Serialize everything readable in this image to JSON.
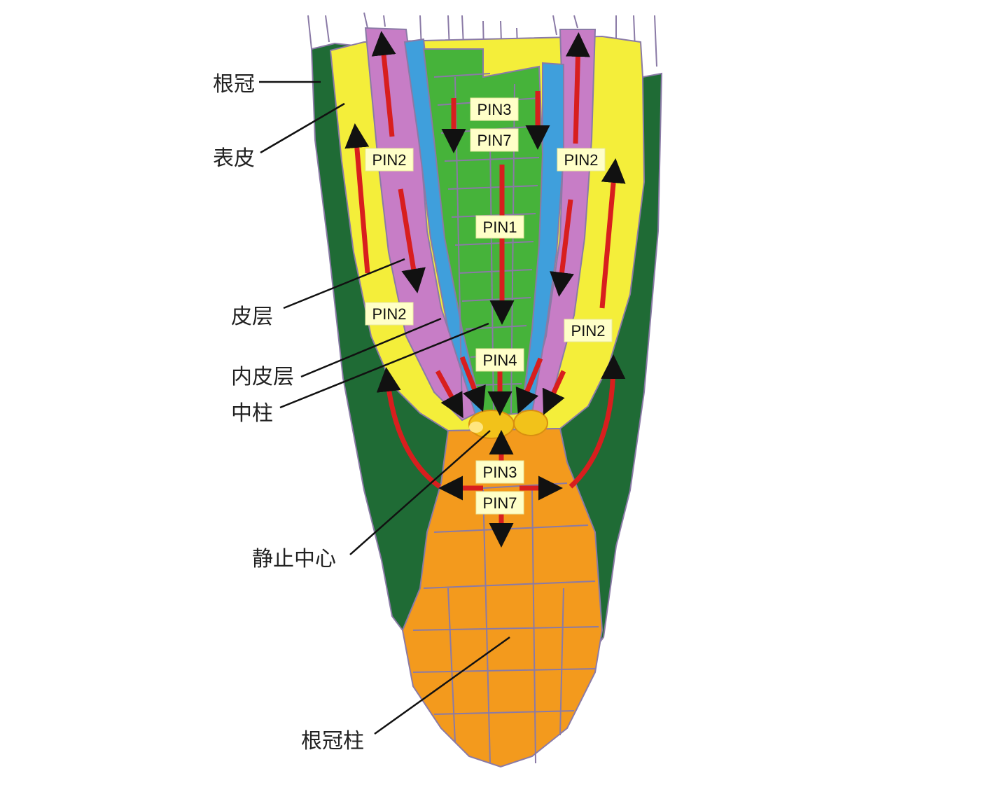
{
  "labels": {
    "root_cap": "根冠",
    "epidermis": "表皮",
    "cortex": "皮层",
    "endodermis": "内皮层",
    "stele": "中柱",
    "quiescent_center": "静止中心",
    "columella": "根冠柱"
  },
  "pins": {
    "pin3_top": "PIN3",
    "pin7_top": "PIN7",
    "pin2_upper_left": "PIN2",
    "pin2_upper_right": "PIN2",
    "pin1": "PIN1",
    "pin2_lower_left": "PIN2",
    "pin2_lower_right": "PIN2",
    "pin4": "PIN4",
    "pin3_bottom": "PIN3",
    "pin7_bottom": "PIN7"
  },
  "colors": {
    "root_cap": "#1f6b35",
    "epidermis": "#f4ee3a",
    "cortex": "#c77dc6",
    "endodermis": "#3f9fdc",
    "stele": "#46b33a",
    "quiescent_center": "#f2c21a",
    "columella": "#f39a1d",
    "arrow": "#d81e1e"
  }
}
